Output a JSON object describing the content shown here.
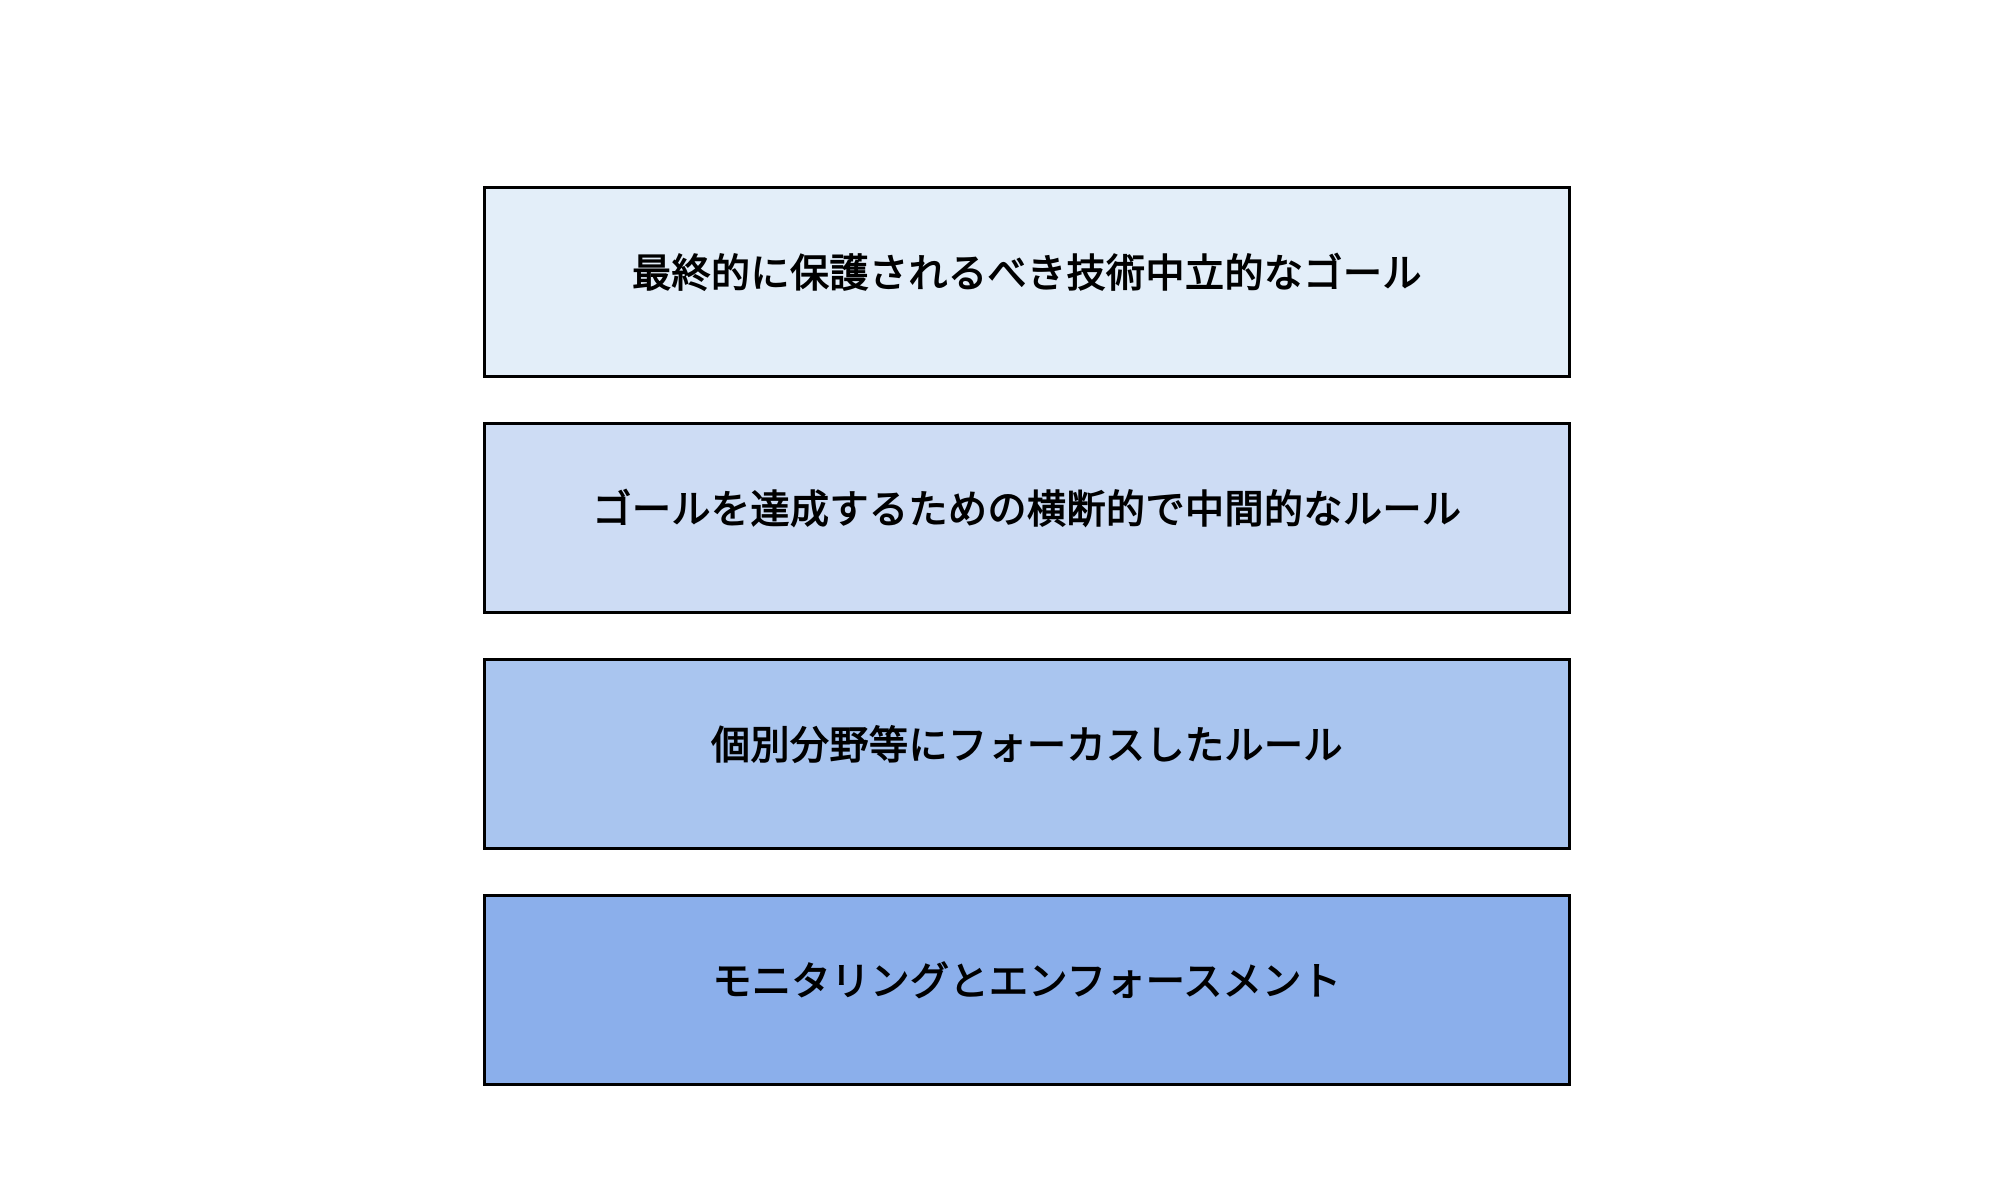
{
  "diagram": {
    "type": "layered-stack",
    "orientation": "vertical",
    "background_color": "#ffffff",
    "border_color": "#000000",
    "text_color": "#000000",
    "layers": [
      {
        "label": "最終的に保護されるべき技術中立的なゴール",
        "fill_color": "#e3eef9",
        "level": 1
      },
      {
        "label": "ゴールを達成するための横断的で中間的なルール",
        "fill_color": "#cddcf4",
        "level": 2
      },
      {
        "label": "個別分野等にフォーカスしたルール",
        "fill_color": "#a9c5ef",
        "level": 3
      },
      {
        "label": "モニタリングとエンフォースメント",
        "fill_color": "#8bafeb",
        "level": 4
      }
    ]
  }
}
